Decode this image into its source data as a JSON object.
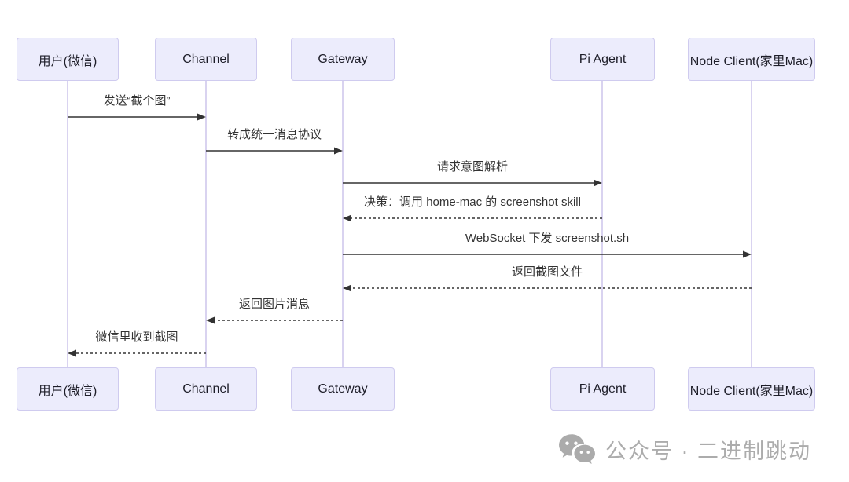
{
  "diagram": {
    "type": "sequence",
    "actors": [
      {
        "id": "user-wechat",
        "label": "用户(微信)"
      },
      {
        "id": "channel",
        "label": "Channel"
      },
      {
        "id": "gateway",
        "label": "Gateway"
      },
      {
        "id": "pi-agent",
        "label": "Pi Agent"
      },
      {
        "id": "node-client-home-mac",
        "label": "Node Client(家里Mac)"
      }
    ],
    "messages": [
      {
        "from": "user-wechat",
        "to": "channel",
        "style": "solid",
        "label": "发送“截个图”"
      },
      {
        "from": "channel",
        "to": "gateway",
        "style": "solid",
        "label": "转成统一消息协议"
      },
      {
        "from": "gateway",
        "to": "pi-agent",
        "style": "solid",
        "label": "请求意图解析"
      },
      {
        "from": "pi-agent",
        "to": "gateway",
        "style": "dashed",
        "label": "决策：调用 home-mac 的 screenshot skill"
      },
      {
        "from": "gateway",
        "to": "node-client-home-mac",
        "style": "solid",
        "label": "WebSocket 下发 screenshot.sh"
      },
      {
        "from": "node-client-home-mac",
        "to": "gateway",
        "style": "dashed",
        "label": "返回截图文件"
      },
      {
        "from": "gateway",
        "to": "channel",
        "style": "dashed",
        "label": "返回图片消息"
      },
      {
        "from": "channel",
        "to": "user-wechat",
        "style": "dashed",
        "label": "微信里收到截图"
      }
    ],
    "colors": {
      "actor_fill": "#ECECFC",
      "actor_border": "#CFCBEF",
      "lifeline": "#D9D3F0",
      "arrow": "#333333",
      "actor_text": "#1d1d28",
      "message_text": "#333333"
    }
  },
  "watermark": {
    "icon": "wechat-icon",
    "label": "公众号 · 二进制跳动",
    "color": "#ACACAC"
  }
}
